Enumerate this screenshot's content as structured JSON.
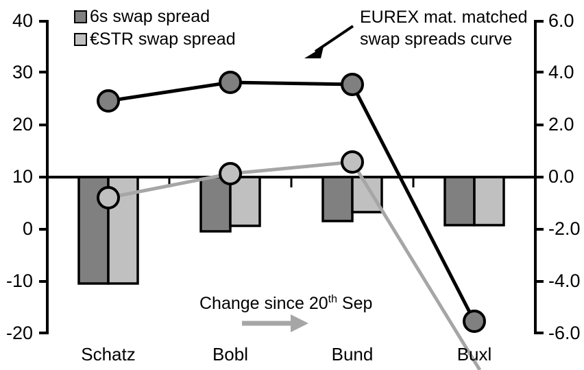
{
  "chart_data": {
    "type": "bar",
    "title": "",
    "subtitle": "",
    "xlabel": "",
    "categories": [
      "Schatz",
      "Bobl",
      "Bund",
      "Buxl"
    ],
    "grid": false,
    "legend_position": "top-left",
    "left_axis": {
      "label": "",
      "ylim": [
        -20,
        40
      ],
      "ticks": [
        "40",
        "30",
        "20",
        "10",
        "0",
        "-10",
        "-20"
      ],
      "tick_values": [
        40,
        30,
        20,
        10,
        0,
        -10,
        -20
      ],
      "zero_reference_value": 10
    },
    "right_axis": {
      "label": "",
      "ylim": [
        -6.0,
        6.0
      ],
      "ticks": [
        "6.0",
        "4.0",
        "2.0",
        "0.0",
        "-2.0",
        "-4.0",
        "-6.0"
      ],
      "tick_values": [
        6.0,
        4.0,
        2.0,
        0.0,
        -2.0,
        -4.0,
        -6.0
      ],
      "zero_reference_value": 0.0
    },
    "series": [
      {
        "name": "6s swap spread",
        "kind": "bar",
        "axis": "right",
        "color": "#808080",
        "values": [
          -4.1,
          -1.9,
          -1.6,
          -1.8
        ]
      },
      {
        "name": "€STR swap spread",
        "kind": "bar",
        "axis": "right",
        "color": "#c0c0c0",
        "values": [
          -4.1,
          -1.8,
          -1.3,
          -1.8
        ]
      },
      {
        "name": "EUREX mat. matched swap spreads curve",
        "kind": "line",
        "axis": "left",
        "color": "#000000",
        "marker_color": "#808080",
        "values": [
          24.5,
          28.0,
          27.3,
          -18.0
        ]
      },
      {
        "name": "Change since 20th Sep",
        "kind": "line",
        "axis": "left",
        "color": "#a6a6a6",
        "marker_color": "#c0c0c0",
        "values": [
          6.0,
          10.5,
          12.7,
          -24.5
        ]
      }
    ],
    "annotations": [
      {
        "id": "curve-callout",
        "line1": "EUREX mat. matched",
        "line2": "swap spreads curve"
      },
      {
        "id": "change-note",
        "text_prefix": "Change since 20",
        "text_sup": "th",
        "text_suffix": " Sep"
      }
    ]
  },
  "legend": {
    "items": [
      {
        "label": "6s swap spread",
        "color": "#808080"
      },
      {
        "label": "€STR swap spread",
        "color": "#c0c0c0"
      }
    ]
  },
  "left_axis_labels": [
    "40",
    "30",
    "20",
    "10",
    "0",
    "-10",
    "-20"
  ],
  "right_axis_labels": [
    "6.0",
    "4.0",
    "2.0",
    "0.0",
    "-2.0",
    "-4.0",
    "-6.0"
  ],
  "category_labels": [
    "Schatz",
    "Bobl",
    "Bund",
    "Buxl"
  ],
  "callout": {
    "line1": "EUREX mat. matched",
    "line2": "swap spreads curve"
  },
  "change_note": {
    "prefix": "Change since 20",
    "sup": "th",
    "suffix": " Sep"
  },
  "colors": {
    "bar_dark": "#808080",
    "bar_light": "#c0c0c0",
    "line_black": "#000000",
    "line_gray": "#a6a6a6",
    "axis": "#000000",
    "background": "#ffffff"
  }
}
